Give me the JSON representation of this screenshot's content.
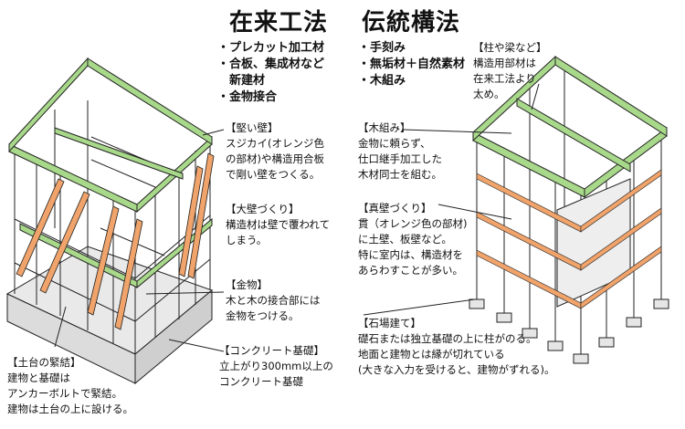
{
  "titles": {
    "left": "在来工法",
    "right": "伝統構法"
  },
  "left_bullets": [
    "・プレカット加工材",
    "・合板、集成材など",
    "　新建材",
    "・金物接合"
  ],
  "right_bullets": [
    "・手刻み",
    "・無垢材＋自然素材",
    "・木組み"
  ],
  "callouts": {
    "kabe": {
      "head": "【堅い壁】",
      "lines": [
        "スジカイ(オレンジ色",
        "の部材)や構造用合板",
        "で剛い壁をつくる。"
      ]
    },
    "ookabe": {
      "head": "【大壁づくり】",
      "lines": [
        "構造材は壁で覆われて",
        "しまう。"
      ]
    },
    "kanamono": {
      "head": "【金物】",
      "lines": [
        "木と木の接合部には",
        "金物をつける。"
      ]
    },
    "concrete": {
      "head": "【コンクリート基礎】",
      "lines": [
        "立上がり300mm以上の",
        "コンクリート基礎"
      ]
    },
    "dodai": {
      "head": "【土台の緊結】",
      "lines": [
        "建物と基礎は",
        "アンカーボルトで緊結。",
        "建物は土台の上に設ける。"
      ]
    },
    "hashira": {
      "head": "【柱や梁など】",
      "lines": [
        "構造用部材は",
        "在来工法より",
        "太め。"
      ]
    },
    "kigumi": {
      "head": "【木組み】",
      "lines": [
        "金物に頼らず、",
        "仕口継手加工した",
        "木材同士を組む。"
      ]
    },
    "shinkabe": {
      "head": "【真壁づくり】",
      "lines": [
        "貫（オレンジ色の部材)",
        "に土壁、板壁など。",
        "特に室内は、構造材を",
        "あらわすことが多い。"
      ]
    },
    "ishiba": {
      "head": "【石場建て】",
      "lines": [
        "礎石または独立基礎の上に柱がのる。",
        "地面と建物とは縁が切れている",
        "(大きな入力を受けると、建物がずれる)。"
      ]
    }
  },
  "colors": {
    "green": "#a8d88a",
    "orange": "#f0a36a",
    "line": "#222222",
    "wall": "#e9e9e9"
  }
}
